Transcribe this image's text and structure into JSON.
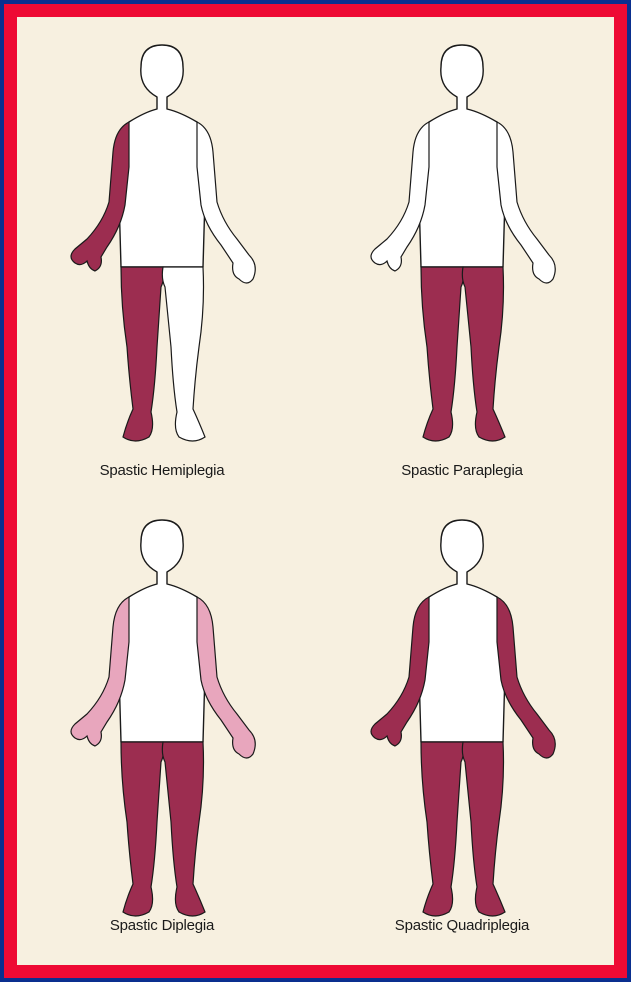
{
  "colors": {
    "background": "#0a2f8f",
    "border": "#ee0a34",
    "paper": "#f7f0e0",
    "affected_dark": "#9c2d50",
    "affected_light": "#e8a6bd"
  },
  "figures": [
    {
      "caption": "Spastic  Hemiplegia",
      "affected": {
        "left_arm": "dark",
        "right_arm": "none",
        "left_leg": "dark",
        "right_leg": "none"
      }
    },
    {
      "caption": "Spastic Paraplegia",
      "affected": {
        "left_arm": "none",
        "right_arm": "none",
        "left_leg": "dark",
        "right_leg": "dark"
      }
    },
    {
      "caption": "Spastic Diplegia",
      "affected": {
        "left_arm": "light",
        "right_arm": "light",
        "left_leg": "dark",
        "right_leg": "dark"
      }
    },
    {
      "caption": "Spastic Quadriplegia",
      "affected": {
        "left_arm": "dark",
        "right_arm": "dark",
        "left_leg": "dark",
        "right_leg": "dark"
      }
    }
  ]
}
